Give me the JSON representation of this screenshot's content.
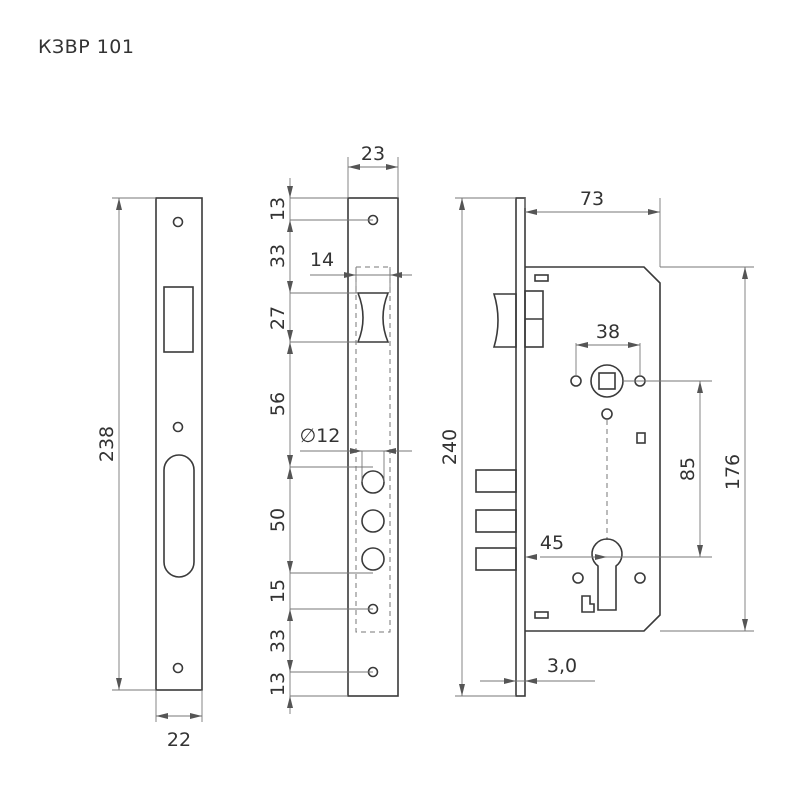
{
  "title": "КЗВР 101",
  "dimensions": {
    "faceplate_height": "238",
    "faceplate_width": "22",
    "strike_width": "23",
    "seg_top": "13",
    "seg_33_a": "33",
    "latch_width": "14",
    "seg_27": "27",
    "seg_56": "56",
    "bolt_diameter": "∅12",
    "seg_50": "50",
    "seg_15": "15",
    "seg_33_b": "33",
    "seg_bottom": "13",
    "case_height_total": "240",
    "backset": "73",
    "spindle_spacing": "38",
    "center_distance": "85",
    "case_height": "176",
    "cylinder_backset": "45",
    "plate_thickness": "3,0"
  }
}
